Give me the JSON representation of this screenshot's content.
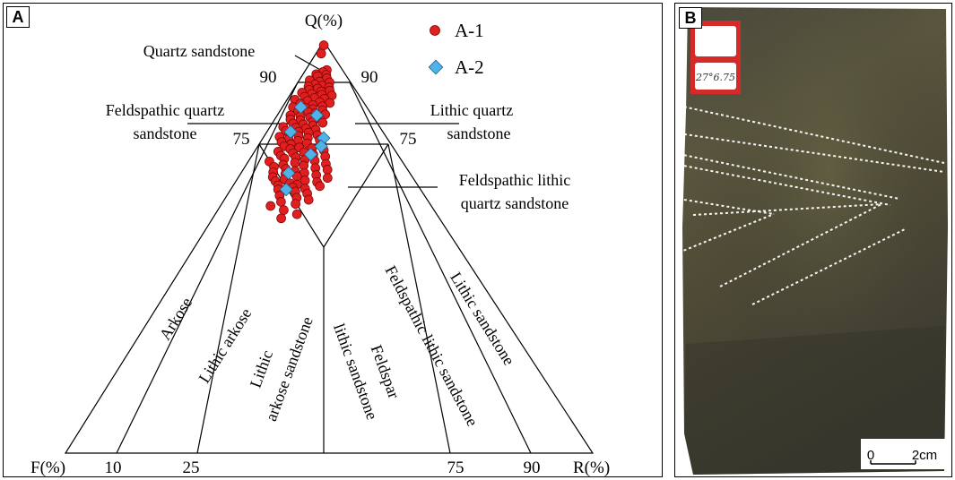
{
  "panel_a": {
    "tag": "A",
    "apex_labels": {
      "q": "Q(%)",
      "f": "F(%)",
      "r": "R(%)"
    },
    "boundary_ticks": {
      "left_90": "90",
      "right_90": "90",
      "left_75": "75",
      "right_75": "75"
    },
    "base_ticks": [
      "10",
      "25",
      "75",
      "90"
    ],
    "field_labels": {
      "quartz_sandstone": "Quartz sandstone",
      "feldspathic_quartz": [
        "Feldspathic quartz",
        "sandstone"
      ],
      "lithic_quartz": [
        "Lithic quartz",
        "sandstone"
      ],
      "feldspathic_lithic_quartz": [
        "Feldspathic lithic",
        "quartz sandstone"
      ],
      "arkose": "Arkose",
      "lithic_arkose": "Lithic arkose",
      "lithic_arkose_sandstone": [
        "Lithic",
        "arkose sandstone"
      ],
      "feldspar_lithic": [
        "Feldspar",
        "lithic sandstone"
      ],
      "feldspathic_lithic": "Feldspathic lithic sandstone",
      "lithic_sandstone": "Lithic sandstone"
    },
    "legend": [
      {
        "name": "A-1",
        "marker": "circle",
        "color": "#e02020"
      },
      {
        "name": "A-2",
        "marker": "diamond",
        "color": "#4fb3e8"
      }
    ]
  },
  "chart_data": {
    "type": "scatter",
    "diagram": "ternary Q-F-R",
    "series": [
      {
        "name": "A-1",
        "color": "#e02020",
        "points": [
          [
            99.0,
            0.5
          ],
          [
            97.0,
            1.0
          ],
          [
            93.0,
            4.0
          ],
          [
            92.5,
            3.5
          ],
          [
            92.0,
            2.5
          ],
          [
            91.8,
            4.5
          ],
          [
            91.5,
            3.0
          ],
          [
            91.0,
            5.0
          ],
          [
            90.5,
            2.0
          ],
          [
            90.2,
            4.0
          ],
          [
            90.0,
            6.0
          ],
          [
            89.5,
            3.5
          ],
          [
            89.2,
            5.0
          ],
          [
            89.0,
            2.5
          ],
          [
            88.8,
            6.5
          ],
          [
            88.5,
            4.5
          ],
          [
            88.2,
            3.0
          ],
          [
            88.0,
            7.0
          ],
          [
            87.8,
            5.5
          ],
          [
            87.5,
            2.0
          ],
          [
            87.2,
            4.0
          ],
          [
            87.0,
            6.0
          ],
          [
            86.8,
            8.0
          ],
          [
            86.5,
            3.0
          ],
          [
            86.2,
            5.0
          ],
          [
            86.0,
            7.0
          ],
          [
            85.8,
            1.5
          ],
          [
            85.5,
            4.0
          ],
          [
            85.2,
            6.5
          ],
          [
            85.0,
            8.5
          ],
          [
            84.8,
            3.0
          ],
          [
            84.5,
            5.5
          ],
          [
            84.2,
            7.5
          ],
          [
            84.0,
            2.0
          ],
          [
            83.8,
            4.5
          ],
          [
            83.5,
            6.0
          ],
          [
            83.2,
            8.0
          ],
          [
            83.0,
            3.5
          ],
          [
            82.8,
            5.5
          ],
          [
            82.5,
            7.0
          ],
          [
            82.2,
            9.0
          ],
          [
            82.0,
            2.5
          ],
          [
            81.8,
            4.5
          ],
          [
            81.5,
            6.5
          ],
          [
            81.2,
            8.5
          ],
          [
            81.0,
            3.0
          ],
          [
            80.8,
            5.0
          ],
          [
            80.5,
            7.5
          ],
          [
            80.2,
            9.5
          ],
          [
            80.0,
            4.0
          ],
          [
            79.8,
            6.0
          ],
          [
            79.5,
            8.0
          ],
          [
            79.2,
            2.5
          ],
          [
            79.0,
            5.0
          ],
          [
            78.8,
            7.0
          ],
          [
            78.5,
            9.0
          ],
          [
            78.2,
            3.5
          ],
          [
            78.0,
            6.0
          ],
          [
            77.8,
            8.0
          ],
          [
            77.5,
            4.5
          ],
          [
            77.2,
            10.0
          ],
          [
            77.0,
            6.5
          ],
          [
            76.8,
            3.0
          ],
          [
            76.5,
            8.5
          ],
          [
            76.2,
            5.0
          ],
          [
            76.0,
            11.0
          ],
          [
            75.8,
            7.0
          ],
          [
            75.5,
            4.0
          ],
          [
            75.2,
            9.0
          ],
          [
            75.0,
            6.0
          ],
          [
            74.8,
            12.0
          ],
          [
            74.5,
            5.0
          ],
          [
            74.2,
            8.0
          ],
          [
            74.0,
            10.5
          ],
          [
            73.8,
            6.5
          ],
          [
            73.5,
            13.0
          ],
          [
            73.2,
            4.5
          ],
          [
            73.0,
            9.5
          ],
          [
            72.8,
            7.5
          ],
          [
            72.5,
            11.5
          ],
          [
            72.2,
            5.5
          ],
          [
            72.0,
            14.0
          ],
          [
            71.8,
            8.5
          ],
          [
            71.5,
            6.5
          ],
          [
            71.2,
            10.5
          ],
          [
            71.0,
            12.5
          ],
          [
            70.8,
            4.0
          ],
          [
            70.5,
            9.0
          ],
          [
            70.2,
            15.0
          ],
          [
            70.0,
            7.0
          ],
          [
            69.8,
            11.0
          ],
          [
            69.5,
            5.5
          ],
          [
            69.2,
            13.5
          ],
          [
            69.0,
            8.0
          ],
          [
            68.8,
            16.0
          ],
          [
            68.5,
            10.0
          ],
          [
            68.2,
            6.0
          ],
          [
            68.0,
            12.0
          ],
          [
            67.8,
            8.5
          ],
          [
            67.5,
            14.5
          ],
          [
            67.2,
            11.0
          ],
          [
            67.0,
            6.5
          ],
          [
            66.8,
            17.0
          ],
          [
            66.5,
            9.0
          ],
          [
            66.2,
            13.0
          ],
          [
            66.0,
            7.5
          ],
          [
            65.8,
            15.5
          ],
          [
            65.5,
            10.5
          ],
          [
            65.2,
            12.0
          ],
          [
            65.0,
            8.5
          ],
          [
            64.8,
            16.5
          ],
          [
            64.5,
            11.5
          ],
          [
            64.2,
            14.0
          ],
          [
            64.0,
            9.0
          ],
          [
            63.5,
            12.5
          ],
          [
            63.0,
            15.0
          ],
          [
            62.5,
            10.0
          ],
          [
            62.0,
            13.5
          ],
          [
            61.5,
            16.0
          ],
          [
            61.0,
            11.0
          ],
          [
            60.5,
            14.0
          ],
          [
            60.0,
            9.5
          ],
          [
            59.0,
            12.5
          ],
          [
            58.0,
            15.5
          ],
          [
            57.0,
            13.0
          ]
        ]
      },
      {
        "name": "A-2",
        "color": "#4fb3e8",
        "points": [
          [
            84.0,
            3.5
          ],
          [
            82.0,
            7.5
          ],
          [
            78.0,
            4.5
          ],
          [
            76.5,
            11.5
          ],
          [
            74.5,
            12.0
          ],
          [
            72.5,
            11.0
          ],
          [
            68.0,
            9.0
          ],
          [
            64.0,
            10.5
          ]
        ]
      }
    ]
  },
  "panel_b": {
    "tag": "B",
    "label_card_text": "27°6.75",
    "scale_bar": {
      "start": "0",
      "end_label": "2cm"
    }
  }
}
